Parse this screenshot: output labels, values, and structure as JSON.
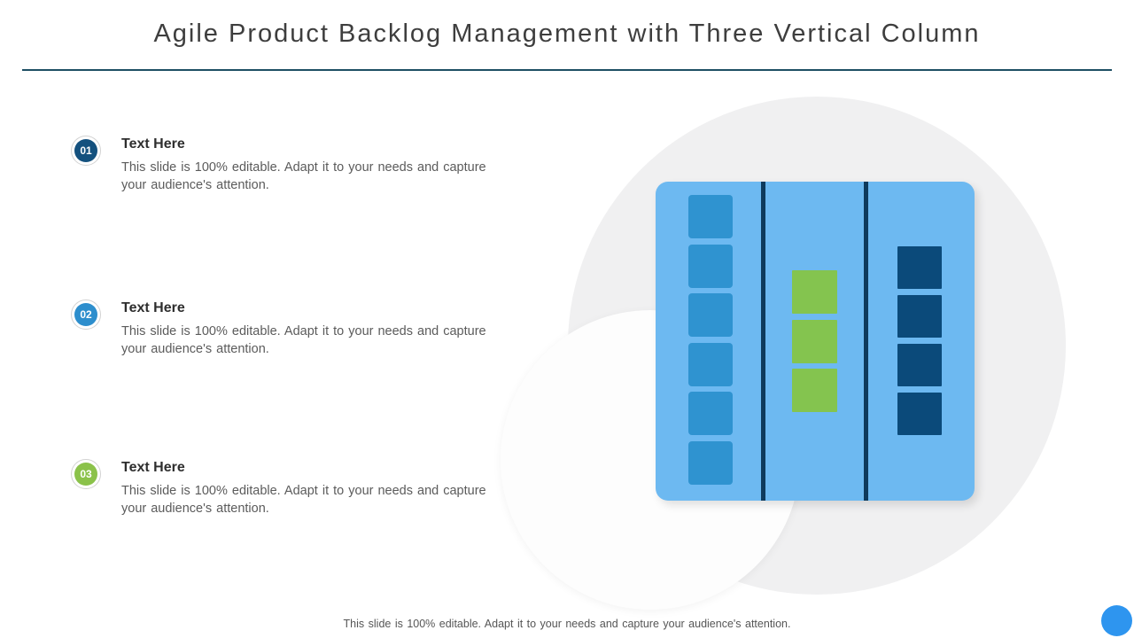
{
  "slide": {
    "title": "Agile Product Backlog Management with Three Vertical Column",
    "footer": "This slide is 100% editable. Adapt it to your needs and capture your audience's attention."
  },
  "items": [
    {
      "number": "01",
      "heading": "Text Here",
      "body_line1": "This slide is 100% editable. Adapt it to your needs and capture",
      "body_line2": "your audience's attention.",
      "badge_color": "#14517e"
    },
    {
      "number": "02",
      "heading": "Text Here",
      "body_line1": "This slide is 100% editable. Adapt it to your needs and capture",
      "body_line2": "your audience's attention.",
      "badge_color": "#2d8ecd"
    },
    {
      "number": "03",
      "heading": "Text Here",
      "body_line1": "This slide is 100% editable. Adapt it to your needs and capture",
      "body_line2": "your audience's attention.",
      "badge_color": "#8bc24a"
    }
  ],
  "diagram": {
    "board_color": "#6db9f1",
    "divider_color": "#0e3a5c",
    "background_circle_color": "#f0f0f1",
    "accent_circle_color": "#fdfdfd",
    "corner_dot_color": "#2e95ef",
    "columns": [
      {
        "name": "column-1",
        "square_color": "#2f93d0",
        "square_count": 6
      },
      {
        "name": "column-2",
        "square_color": "#84c44f",
        "square_count": 3
      },
      {
        "name": "column-3",
        "square_color": "#0b4a7a",
        "square_count": 4
      }
    ]
  }
}
